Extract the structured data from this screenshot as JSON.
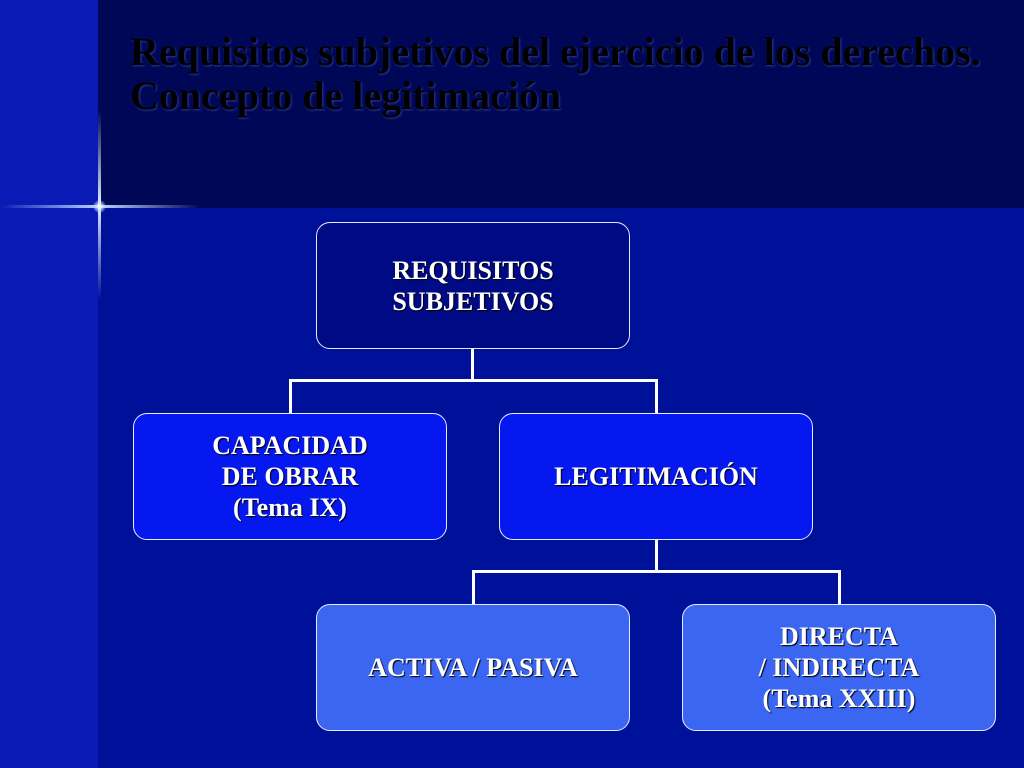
{
  "slide": {
    "title": "Requisitos subjetivos del ejercicio de los derechos. Concepto de legitimación"
  },
  "diagram": {
    "root": {
      "lines": [
        "REQUISITOS",
        "SUBJETIVOS"
      ]
    },
    "capacidad": {
      "lines": [
        "CAPACIDAD",
        "DE OBRAR",
        "(Tema IX)"
      ]
    },
    "legitimacion": {
      "lines": [
        "LEGITIMACIÓN"
      ]
    },
    "activa": {
      "lines": [
        "ACTIVA / PASIVA"
      ]
    },
    "directa": {
      "lines": [
        "DIRECTA",
        "/ INDIRECTA",
        "(Tema XXIII)"
      ]
    }
  },
  "colors": {
    "background": "#000a6e",
    "root_box": "#000a85",
    "level1_box": "#0618f0",
    "level2_box": "#3b66f2",
    "text": "#ffffff",
    "title_text": "#000000"
  }
}
